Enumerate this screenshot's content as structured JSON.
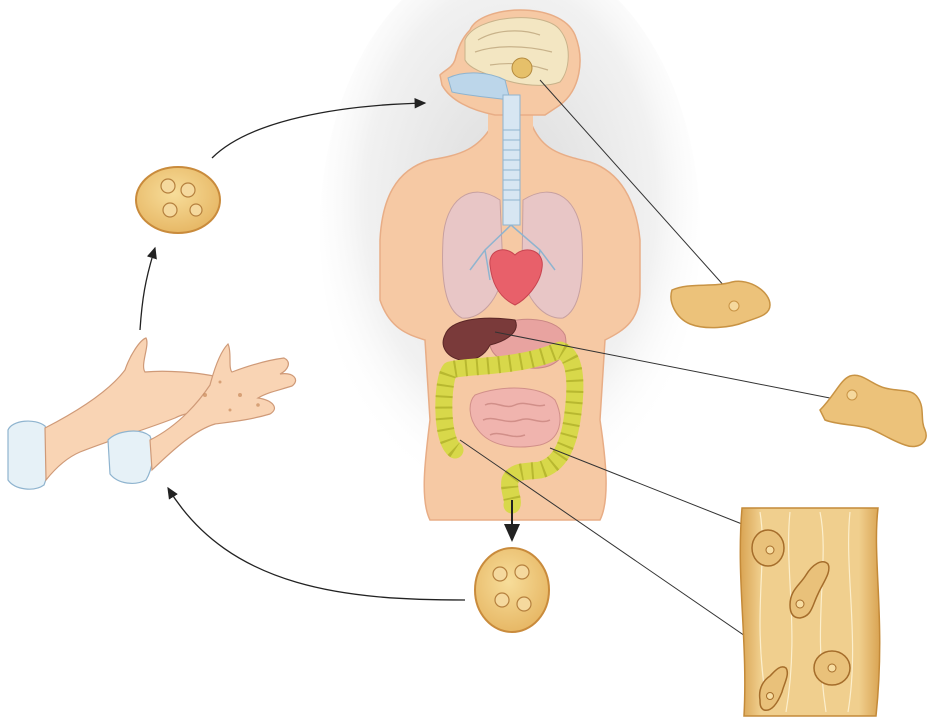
{
  "diagram": {
    "labels": [],
    "stages": [
      "inhaled-cyst",
      "human-host",
      "brain-trophozoite",
      "liver-trophozoite",
      "colon-tissue-trophozoites",
      "excreted-cyst",
      "contaminated-hands"
    ]
  },
  "colors": {
    "skin": "#f6c9a4",
    "skin_shadow": "#e9a97f",
    "background_glow": "#d9d9d9",
    "cyst_fill": "#eec77a",
    "cyst_stroke": "#c98b3c",
    "amoeba_fill": "#ecc27a",
    "lungs": "#e8c6c6",
    "heart": "#e8606a",
    "liver": "#7a3a3a",
    "stomach": "#e8a3a0",
    "colon": "#d8d84a",
    "small_intestine": "#f0b4ae",
    "airway": "#bcd6ea",
    "brain": "#f3e6c2",
    "tissue": "#e8c487",
    "arrow": "#222222",
    "leader_line": "#333333"
  }
}
